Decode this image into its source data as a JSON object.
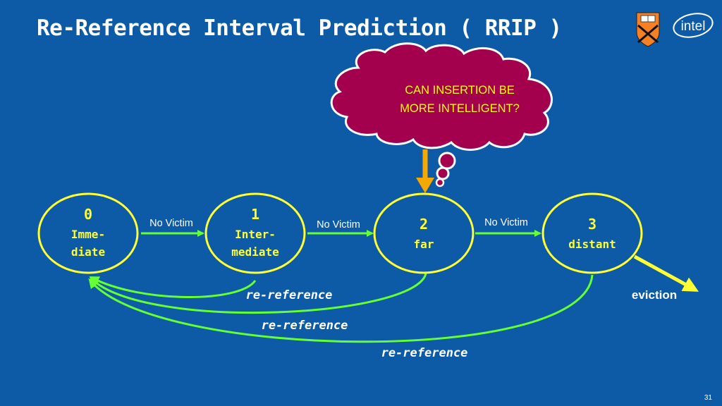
{
  "slide": {
    "title": "Re-Reference Interval Prediction ( RRIP )",
    "page_number": "31",
    "logos": {
      "princeton": "princeton-shield-logo",
      "intel": "intel"
    }
  },
  "callout": {
    "line1": "CAN INSERTION BE",
    "line2": "MORE INTELLIGENT?"
  },
  "states": [
    {
      "value": "0",
      "label_line1": "Imme-",
      "label_line2": "diate"
    },
    {
      "value": "1",
      "label_line1": "Inter-",
      "label_line2": "mediate"
    },
    {
      "value": "2",
      "label_line1": "far",
      "label_line2": ""
    },
    {
      "value": "3",
      "label_line1": "distant",
      "label_line2": ""
    }
  ],
  "transitions": {
    "no_victim_1": "No Victim",
    "no_victim_2": "No Victim",
    "no_victim_3": "No Victim",
    "re_reference_1": "re-reference",
    "re_reference_2": "re-reference",
    "re_reference_3": "re-reference",
    "eviction": "eviction"
  },
  "colors": {
    "background": "#0d5aa7",
    "state_fill": "#0d5aa7",
    "state_stroke": "#ffff33",
    "state_text": "#ffff33",
    "arrow_green": "#66ff33",
    "callout_fill": "#a3004e",
    "callout_text": "#ffff00",
    "pointer_orange": "#f5a800",
    "eviction_arrow": "#ffff33"
  }
}
